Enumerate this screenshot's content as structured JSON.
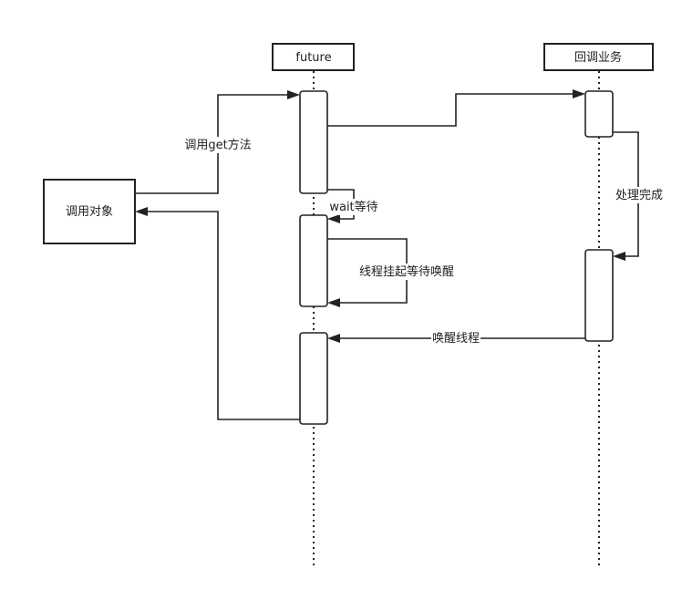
{
  "participants": {
    "future": "future",
    "callback": "回调业务",
    "caller": "调用对象"
  },
  "messages": {
    "call_get": "调用get方法",
    "wait": "wait等待",
    "suspend": "线程挂起等待唤醒",
    "done": "处理完成",
    "wakeup": "唤醒线程"
  },
  "colors": {
    "stroke": "#222222",
    "background": "#ffffff"
  }
}
